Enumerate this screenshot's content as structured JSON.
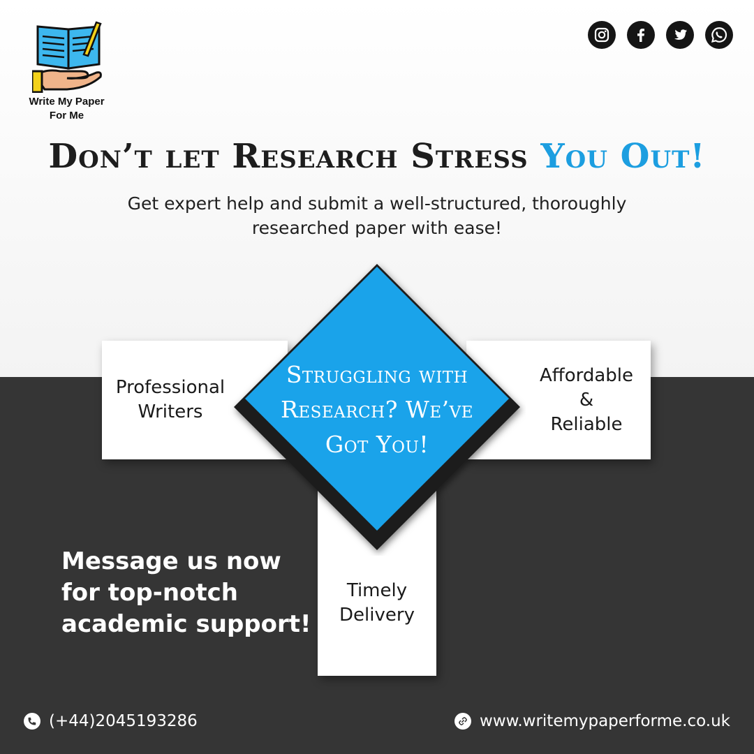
{
  "brand": {
    "name_line1": "Write My Paper",
    "name_line2": "For Me"
  },
  "social": [
    "instagram-icon",
    "facebook-icon",
    "twitter-icon",
    "whatsapp-icon"
  ],
  "headline": {
    "part1": "Don’t let Research Stress ",
    "part2": "You Out!"
  },
  "subheadline": "Get expert help and submit a well-structured, thoroughly researched paper with ease!",
  "center": {
    "line1": "Struggling with",
    "line2": "Research? We’ve",
    "line3": "Got You!"
  },
  "features": {
    "left": {
      "line1": "Professional",
      "line2": "Writers"
    },
    "right": {
      "line1": "Affordable",
      "line2": "&",
      "line3": "Reliable"
    },
    "bottom": {
      "line1": "Timely",
      "line2": "Delivery"
    }
  },
  "cta": {
    "line1": "Message us now",
    "line2": "for top-notch",
    "line3": "academic support!"
  },
  "contact": {
    "phone": "(+44)2045193286",
    "website": "www.writemypaperforme.co.uk"
  },
  "colors": {
    "accent": "#1c9ee0",
    "dark": "#353535",
    "light": "#ffffff"
  }
}
